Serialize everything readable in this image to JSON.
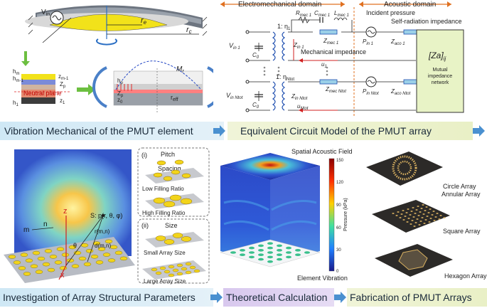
{
  "banners": {
    "vibration": "Vibration Mechanical of the PMUT element",
    "equivalent": "Equivalent Circuit Model of  the PMUT array",
    "investigation": "Investigation of Array Structural Parameters",
    "theoretical": "Theoretical Calculation",
    "fabrication": "Fabrication of  PMUT Arrays"
  },
  "vibration": {
    "vin": "V",
    "vin_sub": "in",
    "re": "r",
    "re_sub": "e",
    "rc": "r",
    "rc_sub": "c",
    "neutral_plane": "Neutral plane",
    "layers": [
      "h",
      "h",
      "h"
    ],
    "layer_subs": [
      "m",
      "m-1",
      "1"
    ],
    "z_labels": [
      "z",
      "Z",
      "z"
    ],
    "z_subs": [
      "m-1",
      "p",
      "1"
    ],
    "mr": "M",
    "mr_sub": "r",
    "hp": "h",
    "hp_sub": "p",
    "zp": "Z",
    "zp_sub": "p",
    "z0": "z",
    "z0_sub": "0",
    "reff": "r",
    "reff_sub": "eff"
  },
  "circuit": {
    "domain_electro": "Electromechanical domain",
    "domain_acoustic": "Acoustic domain",
    "incident_pressure": "Incident pressure",
    "self_radiation": "Self-radiation impedance",
    "mechanical_impedance": "Mechanical impedance",
    "ratio_1": "1: η",
    "ratio_1_sub": "1",
    "ratio_n": "1: η",
    "ratio_n_sub": "Ntot",
    "rmec": "R",
    "rmec_sub": "mec 1",
    "cmec": "C",
    "cmec_sub": "mec 1",
    "lmec": "L",
    "lmec_sub": "mec 1",
    "zmec1": "Z",
    "zmec1_sub": "mec 1",
    "zmec_n": "Z",
    "zmec_n_sub": "mec Ntot",
    "vin1": "V",
    "vin1_sub": "in 1",
    "vin_n": "V",
    "vin_n_sub": "in Ntot",
    "c0": "C",
    "c0_sub": "0",
    "zin1": "Z",
    "zin1_sub": "in 1",
    "zin_n": "Z",
    "zin_n_sub": "in Ntot",
    "u1": "u",
    "u1_sub": "1",
    "un": "u",
    "un_sub": "Ntot",
    "pin1": "P",
    "pin1_sub": "in 1",
    "pin_n": "P",
    "pin_n_sub": "in Ntot",
    "zaco1": "Z",
    "zaco1_sub": "aco 1",
    "zaco_n": "Z",
    "zaco_n_sub": "aco Ntot",
    "za_matrix": "[Za]",
    "za_matrix_sub": "ij",
    "mutual_network": [
      "Mutual",
      "impedance",
      "network"
    ]
  },
  "investigation": {
    "panel1_label": "(i)",
    "pitch": "Pitch",
    "spacing": "Spacing",
    "low_filling": "Low Filling Ratio",
    "high_filling": "High Filling Ratio",
    "panel2_label": "(ii)",
    "size": "Size",
    "small_array": "Small Array Size",
    "large_array": "Large Array Size",
    "point_label": "S: p(r, θ, φ)",
    "axis_m": "m",
    "axis_n": "n",
    "axis_z": "z",
    "axis_x": "x",
    "r_mn": "r(m,n)",
    "d_mn": "d(m,n)",
    "theta": "θ"
  },
  "theoretical": {
    "field_title": "Spatial Acoustic Field",
    "colorbar_label": "Pressure (kPa)",
    "colorbar_ticks": [
      "150",
      "120",
      "90",
      "60",
      "30",
      "0"
    ],
    "element_vibration": "Element Vibration"
  },
  "fabrication": {
    "circle": "Circle Array",
    "annular": "Annular Array",
    "square": "Square  Array",
    "hexagon": "Hexagon Array"
  },
  "colors": {
    "banner_left": "#cfe8f5",
    "banner_right": "#e9f0c6",
    "banner_mid": "#d8c8ee",
    "arrow": "#4a90d0",
    "orange": "#e07020",
    "circuit_blue": "#1f4fb0"
  }
}
